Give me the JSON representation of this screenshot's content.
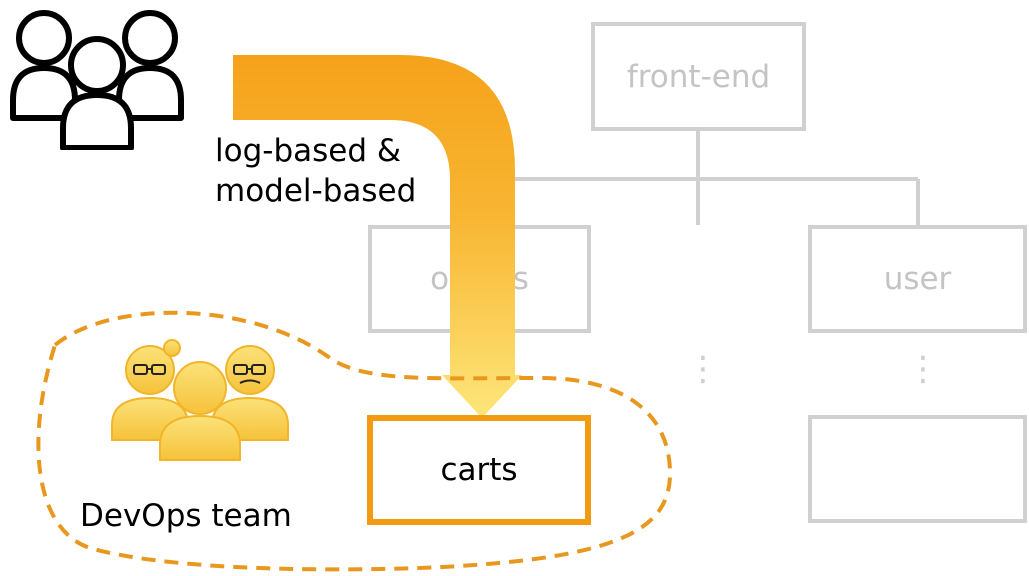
{
  "diagram": {
    "nodes": {
      "front_end": "front-end",
      "orders": "orders",
      "user": "user",
      "carts": "carts",
      "unnamed": ""
    },
    "arrow_label_line1": "log-based &",
    "arrow_label_line2": "model-based",
    "team_label": "DevOps team",
    "ellipsis": "⋮"
  },
  "colors": {
    "accent": "#f19a12",
    "arrow_top": "#f5a21a",
    "arrow_bottom": "#fde67a",
    "muted": "#d0d0d0",
    "muted_text": "#c4c4c4",
    "team_icon_fill": "#fbd35a",
    "dashed_outline": "#e8981e"
  },
  "icons": [
    "users-group-icon",
    "devops-team-icon",
    "ellipsis-icon"
  ]
}
